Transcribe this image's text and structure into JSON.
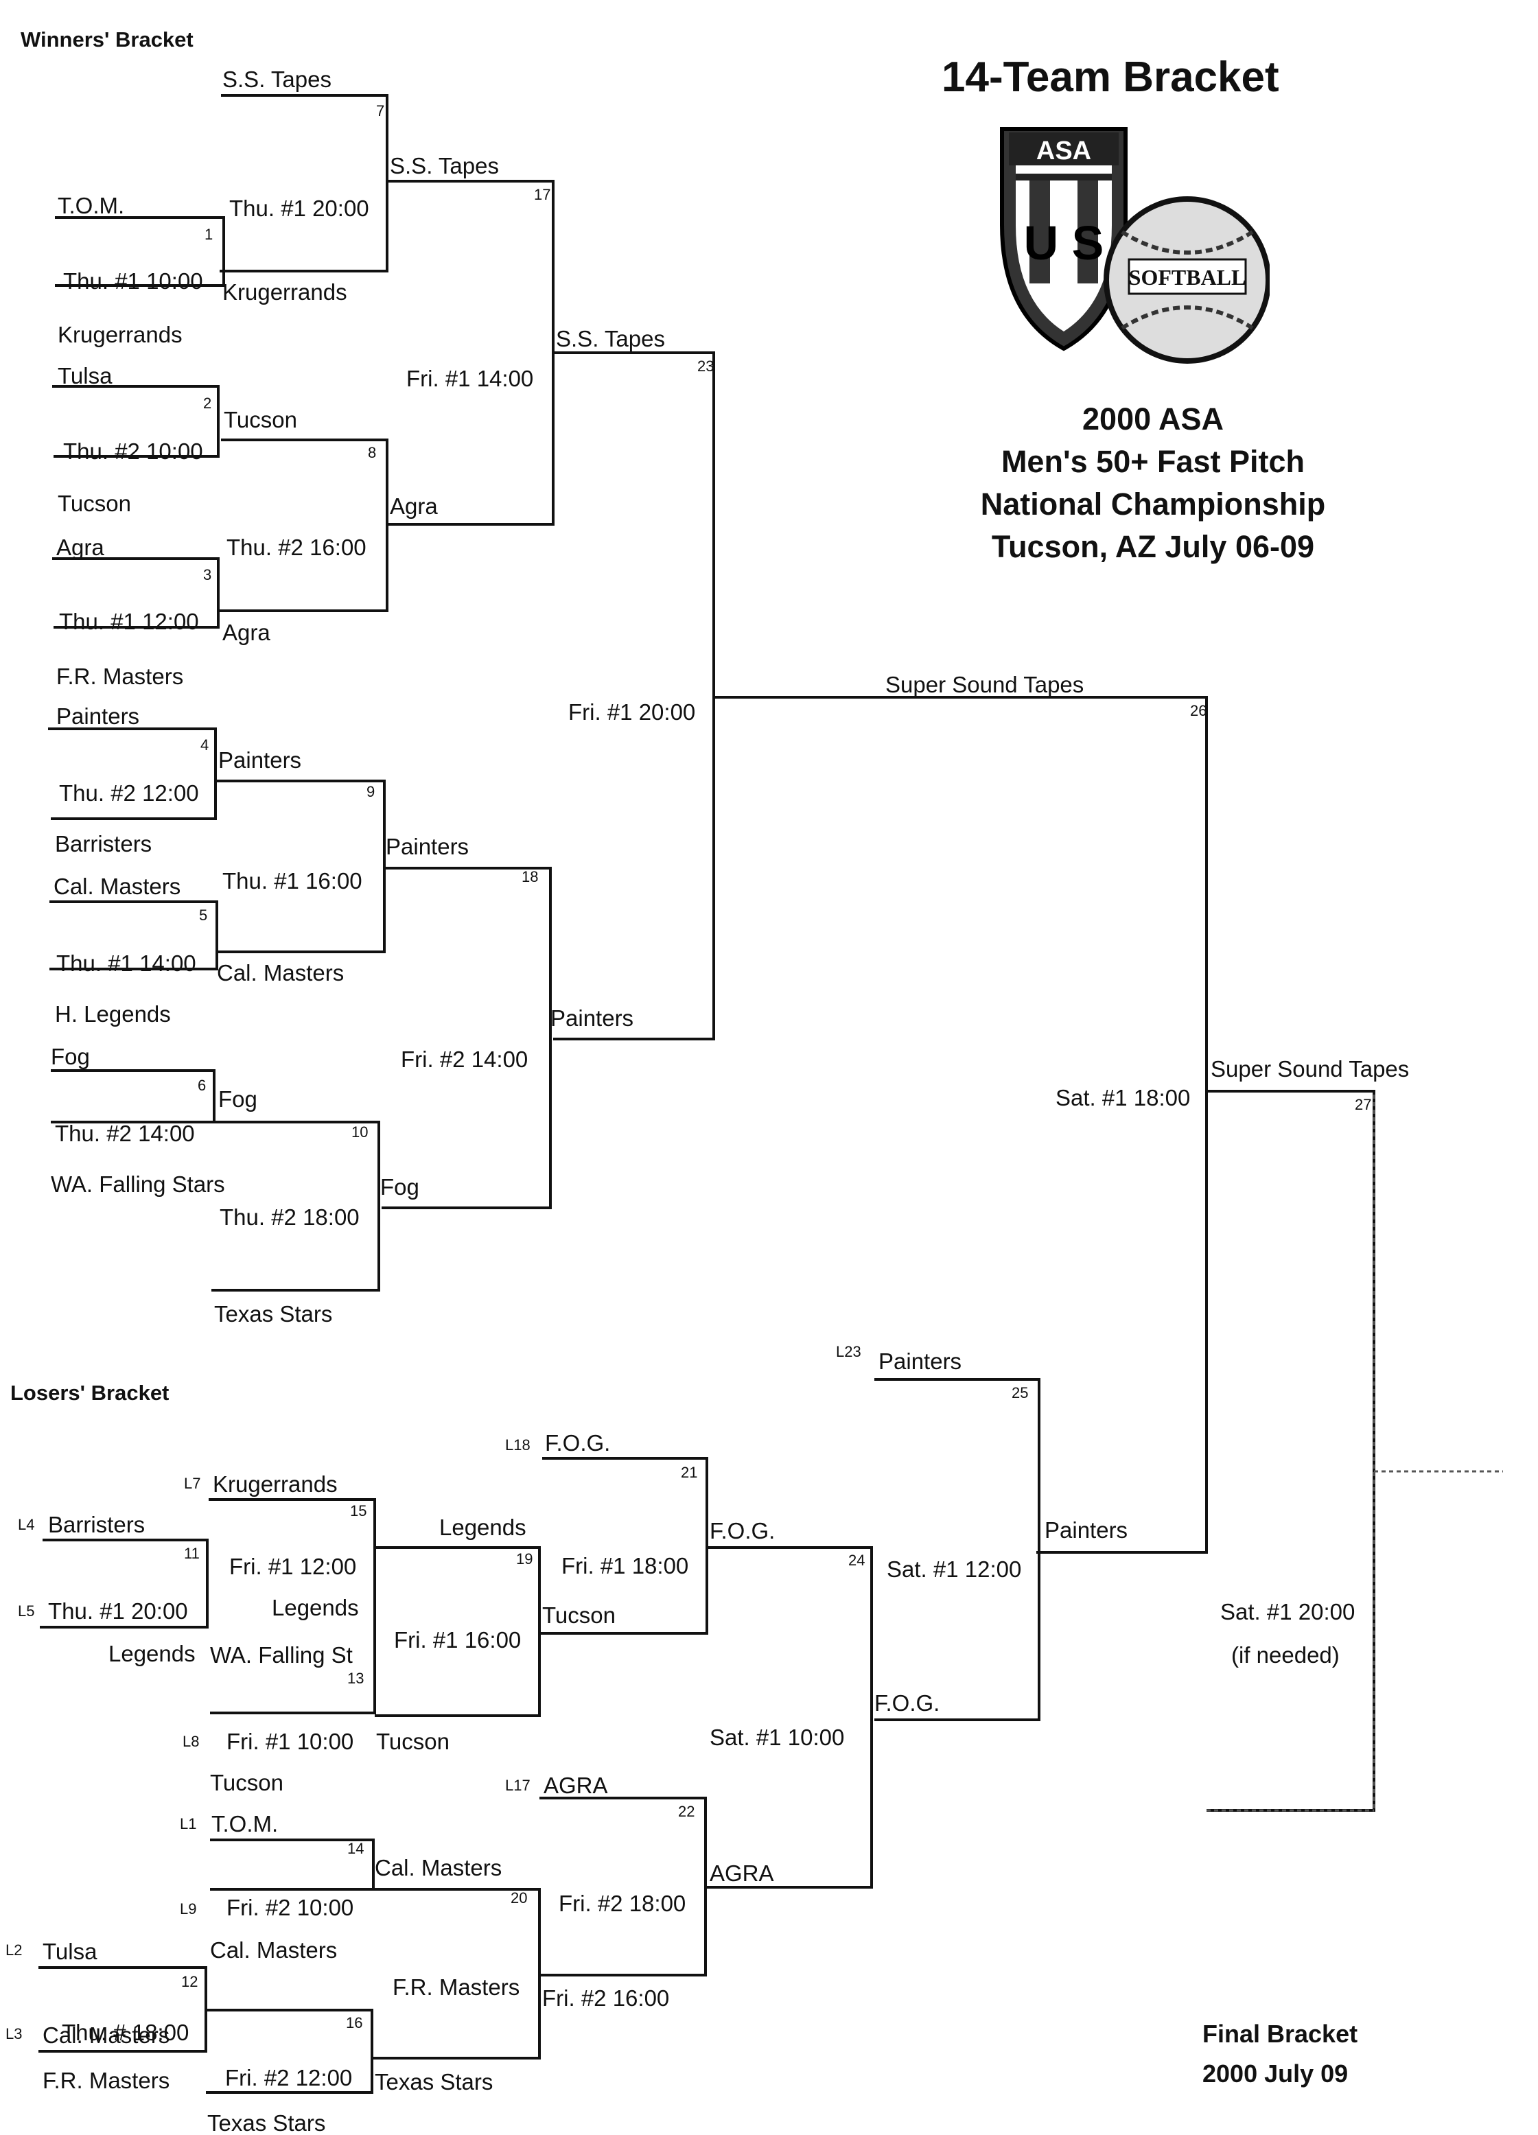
{
  "title": "14-Team Bracket",
  "winners_label": "Winners' Bracket",
  "losers_label": "Losers' Bracket",
  "event": {
    "line1": "2000 ASA",
    "line2": "Men's 50+ Fast Pitch",
    "line3": "National Championship",
    "line4": "Tucson, AZ  July 06-09"
  },
  "logo": {
    "shield_text": "ASA",
    "letters": "U S",
    "ball_text": "SOFTBALL"
  },
  "final": {
    "line1": "Final Bracket",
    "line2": "2000 July 09"
  },
  "texts": [
    "S.S. Tapes",
    "S.S. Tapes",
    "T.O.M.",
    "Thu. #1 20:00",
    "Thu. #1 10:00",
    "Krugerrands",
    "Krugerrands",
    "S.S. Tapes",
    "Tulsa",
    "Fri. #1 14:00",
    "Tucson",
    "Thu. #2 10:00",
    "Tucson",
    "Agra",
    "Agra",
    "Thu. #2 16:00",
    "Thu. #1 12:00",
    "Agra",
    "F.R. Masters",
    "Painters",
    "Fri. #1 20:00",
    "Super Sound Tapes",
    "Painters",
    "Thu. #2 12:00",
    "Barristers",
    "Painters",
    "Cal. Masters",
    "Thu. #1 16:00",
    "Thu. #1 14:00",
    "Cal. Masters",
    "H. Legends",
    "Painters",
    "Fog",
    "Fri. #2 14:00",
    "Super Sound Tapes",
    "Fog",
    "Sat. #1 18:00",
    "Thu. #2 14:00",
    "WA. Falling Stars",
    "Fog",
    "Thu. #2 18:00",
    "Texas Stars",
    "Painters",
    "F.O.G.",
    "Krugerrands",
    "Barristers",
    "Legends",
    "F.O.G.",
    "Fri. #1 12:00",
    "Fri. #1 18:00",
    "Sat. #1 12:00",
    "Painters",
    "Thu. #1 20:00",
    "Legends",
    "Tucson",
    "Sat. #1 20:00",
    "Legends",
    "WA. Falling St",
    "Fri. #1 16:00",
    "(if needed)",
    "F.O.G.",
    "Fri. #1 10:00",
    "Tucson",
    "Sat. #1 10:00",
    "Tucson",
    "AGRA",
    "T.O.M.",
    "Cal. Masters",
    "AGRA",
    "Fri. #2 10:00",
    "Fri. #2 18:00",
    "Cal. Masters",
    "Tulsa",
    "F.R. Masters",
    "Fri. #2 16:00",
    "Cal. Masters",
    "Thu. # 18:00",
    "F.R. Masters",
    "Fri. #2 12:00",
    "Texas Stars",
    "Texas Stars"
  ],
  "game_numbers": [
    "7",
    "17",
    "1",
    "23",
    "2",
    "8",
    "3",
    "26",
    "4",
    "9",
    "18",
    "5",
    "10",
    "6",
    "27",
    "25",
    "21",
    "15",
    "19",
    "11",
    "24",
    "13",
    "22",
    "14",
    "20",
    "12",
    "16"
  ],
  "loser_tags": [
    "L23",
    "L18",
    "L7",
    "L4",
    "L5",
    "L8",
    "L17",
    "L1",
    "L9",
    "L2",
    "L3"
  ]
}
